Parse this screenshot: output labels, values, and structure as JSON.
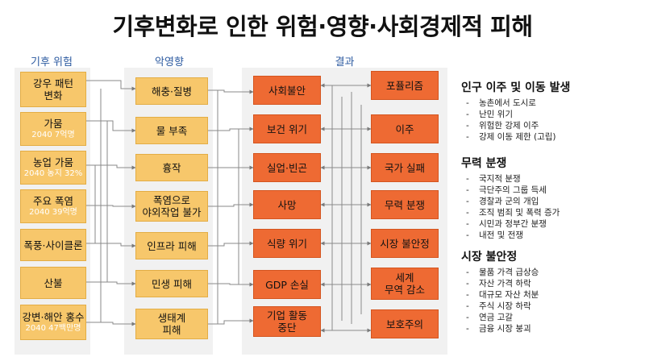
{
  "title": "기후변화로 인한 위험·영향·사회경제적 피해",
  "headers": {
    "risk": "기후 위험",
    "effect": "악영향",
    "result": "결과"
  },
  "risks": [
    {
      "label": "강우 패턴\n변화",
      "sub": ""
    },
    {
      "label": "가뭄",
      "sub": "2040 7억명"
    },
    {
      "label": "농업 가뭄",
      "sub": "2040 농지 32%"
    },
    {
      "label": "주요 폭염",
      "sub": "2040 39억명"
    },
    {
      "label": "폭풍·사이클론",
      "sub": ""
    },
    {
      "label": "산불",
      "sub": ""
    },
    {
      "label": "강변·해안 홍수",
      "sub": "2040 47백만명"
    }
  ],
  "effects": [
    {
      "label": "해충·질병"
    },
    {
      "label": "물 부족"
    },
    {
      "label": "흉작"
    },
    {
      "label": "폭염으로\n야외작업 불가"
    },
    {
      "label": "인프라 피해"
    },
    {
      "label": "민생 피해"
    },
    {
      "label": "생태계\n피해"
    }
  ],
  "results_left": [
    {
      "label": "사회불안"
    },
    {
      "label": "보건 위기"
    },
    {
      "label": "실업·빈곤"
    },
    {
      "label": "사망"
    },
    {
      "label": "식량 위기"
    },
    {
      "label": "GDP 손실"
    },
    {
      "label": "기업 활동\n중단"
    }
  ],
  "results_right": [
    {
      "label": "포퓰리즘"
    },
    {
      "label": "이주"
    },
    {
      "label": "국가 실패"
    },
    {
      "label": "무력 분쟁"
    },
    {
      "label": "시장 불안정"
    },
    {
      "label": "세계\n무역 감소"
    },
    {
      "label": "보호주의"
    }
  ],
  "sections": [
    {
      "title": "인구 이주 및 이동 발생",
      "items": [
        "농촌에서 도시로",
        "난민 위기",
        "위험한 강제 이주",
        "강제 이동 제한 (고립)"
      ]
    },
    {
      "title": "무력 분쟁",
      "items": [
        "국지적 분쟁",
        "극단주의 그룹 득세",
        "경찰과 군의 개입",
        "조직 범죄 및 폭력 증가",
        "시민과 정부간 분쟁",
        "내전 및 전쟁"
      ]
    },
    {
      "title": "시장 불안정",
      "items": [
        "물품 가격 급상승",
        "자산 가격 하락",
        "대규모 자산 처분",
        "주식 시장 하락",
        "연금 고갈",
        "금융 시장 붕괴"
      ]
    }
  ]
}
